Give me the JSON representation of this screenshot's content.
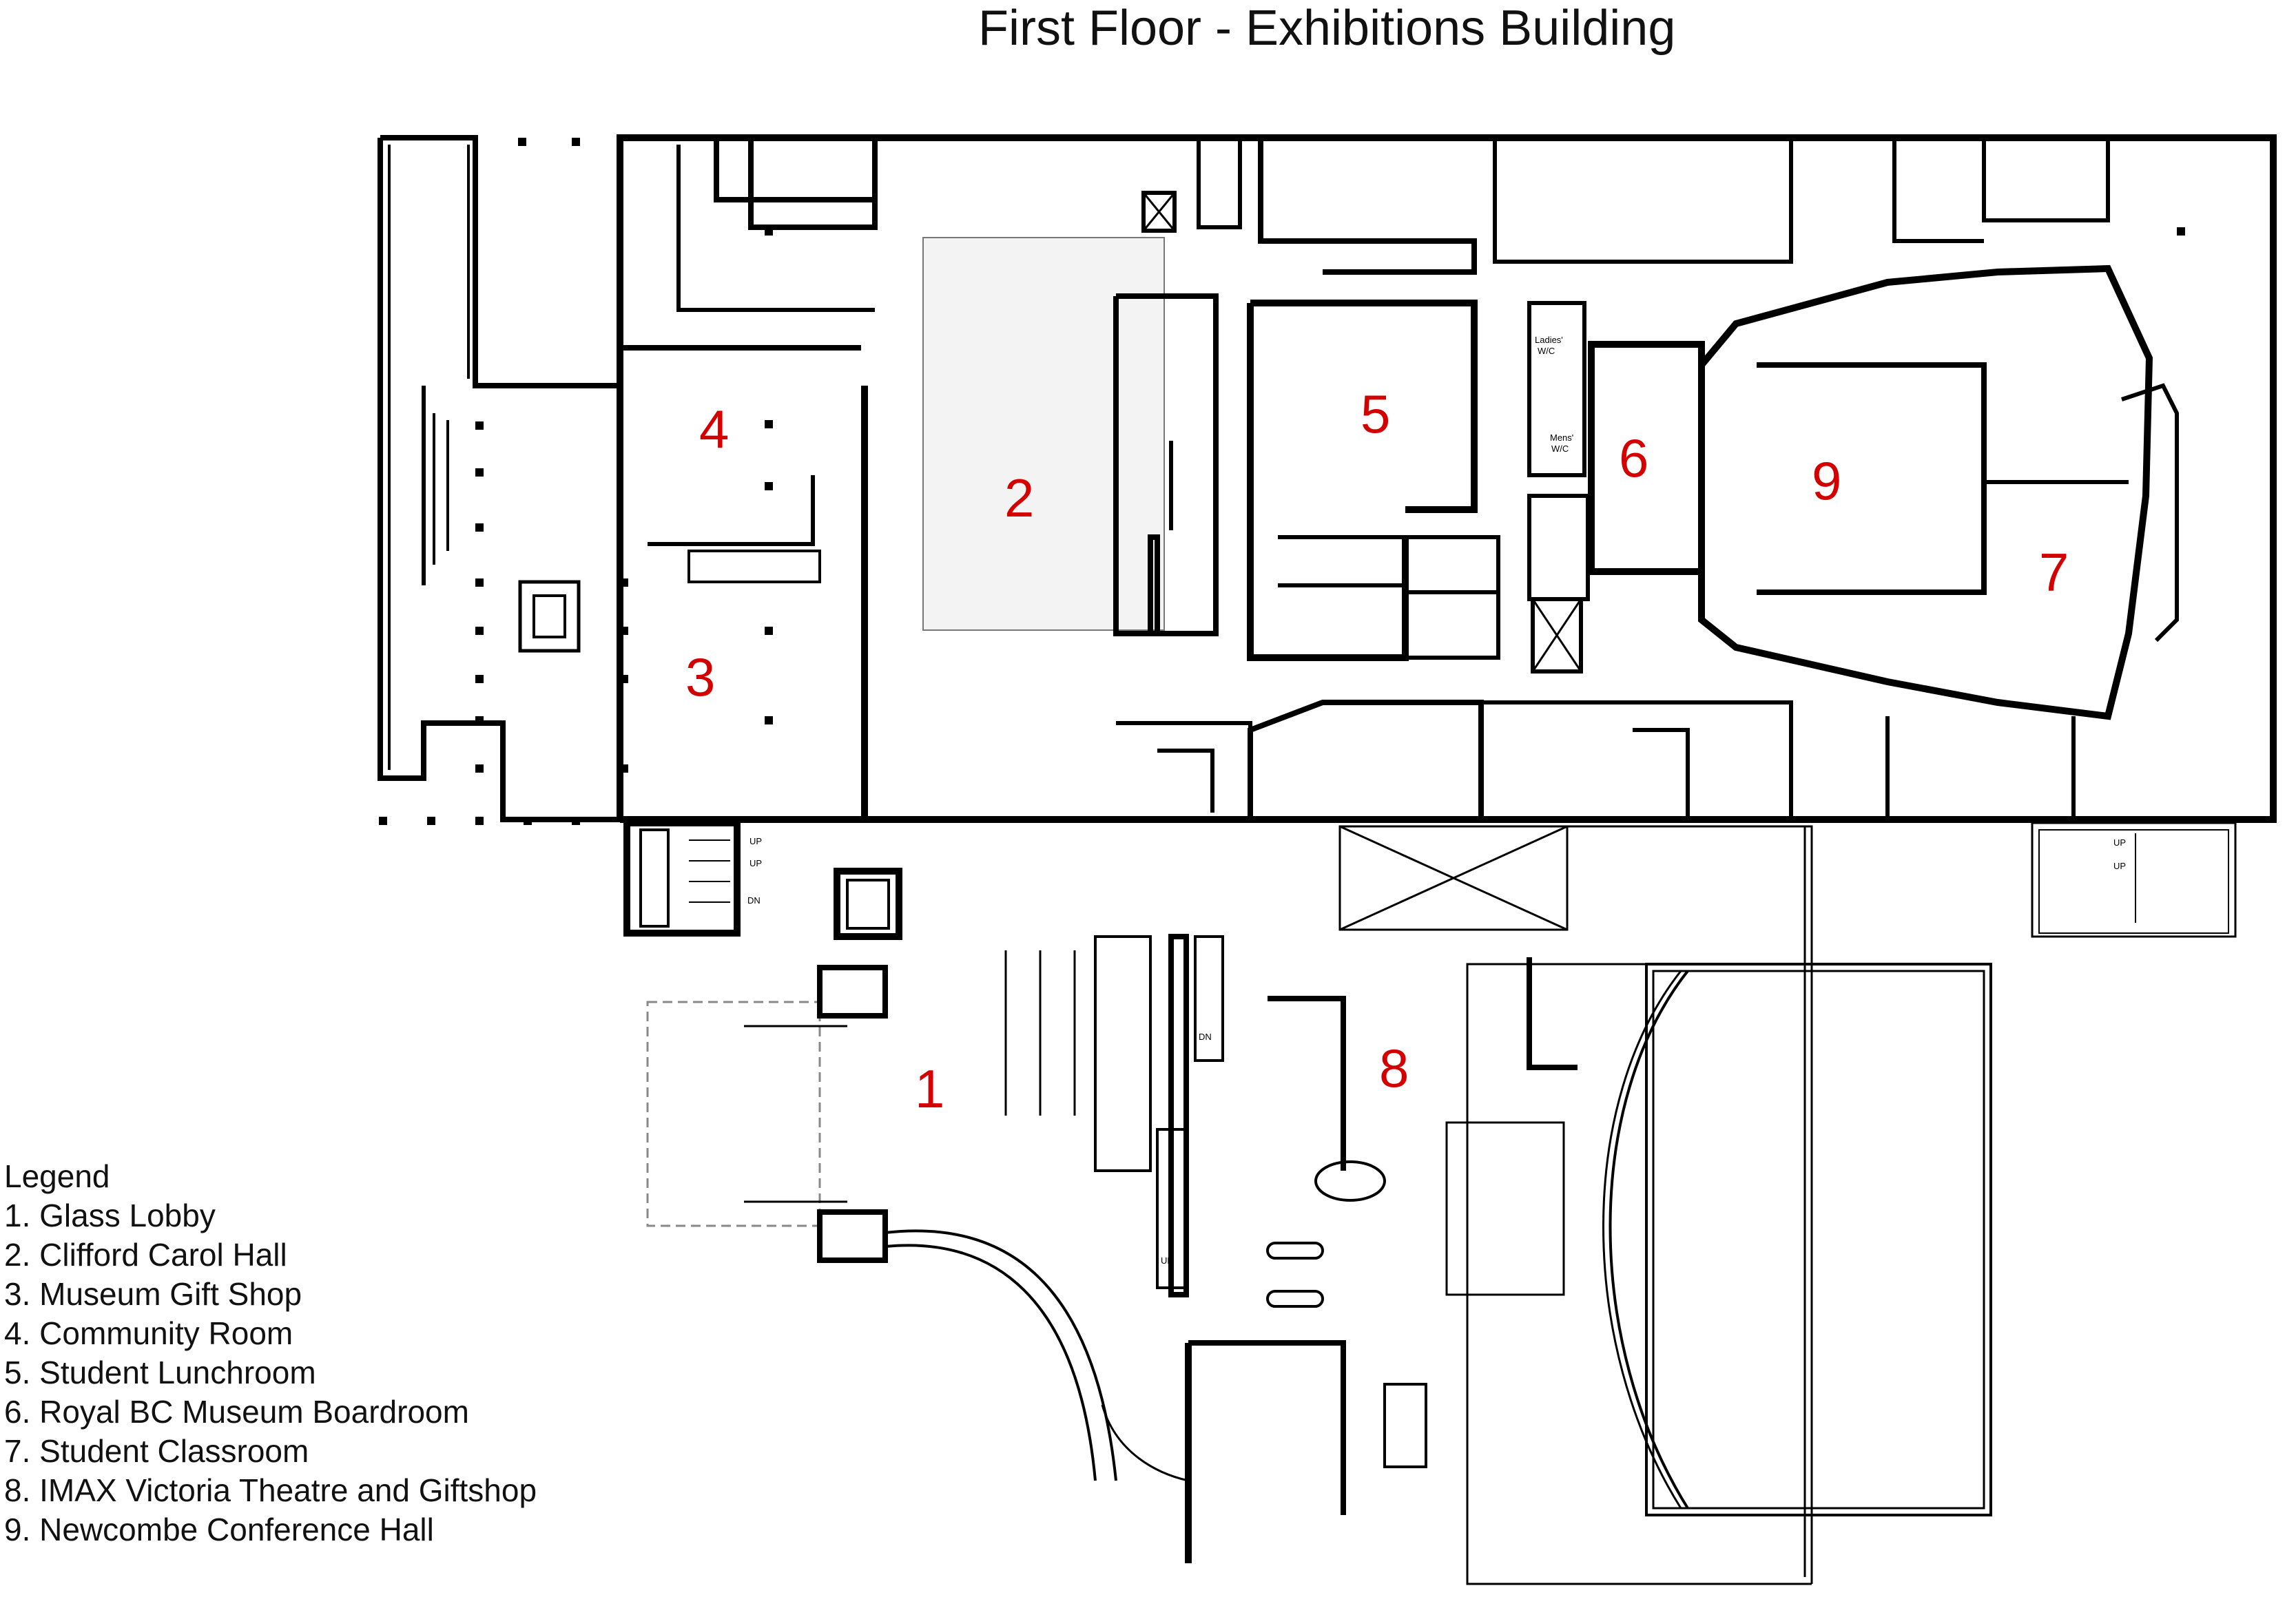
{
  "title": "First Floor - Exhibitions Building",
  "legend": {
    "heading": "Legend",
    "items": [
      "1. Glass Lobby",
      "2. Clifford Carol Hall",
      "3. Museum Gift Shop",
      "4. Community Room",
      "5. Student Lunchroom",
      "6. Royal BC Museum Boardroom",
      "7. Student Classroom",
      "8. IMAX Victoria Theatre and Giftshop",
      "9. Newcombe Conference Hall"
    ]
  },
  "rooms": [
    {
      "number": "1"
    },
    {
      "number": "2"
    },
    {
      "number": "3"
    },
    {
      "number": "4"
    },
    {
      "number": "5"
    },
    {
      "number": "6"
    },
    {
      "number": "7"
    },
    {
      "number": "8"
    },
    {
      "number": "9"
    }
  ],
  "signage": {
    "up": "UP",
    "dn": "DN",
    "ladies_wc_1": "Ladies'",
    "ladies_wc_2": "W/C",
    "mens_wc_1": "Mens'",
    "mens_wc_2": "W/C"
  },
  "colors": {
    "room_number": "#d40000",
    "walls": "#000000",
    "hall_fill": "#f2f2f2"
  }
}
